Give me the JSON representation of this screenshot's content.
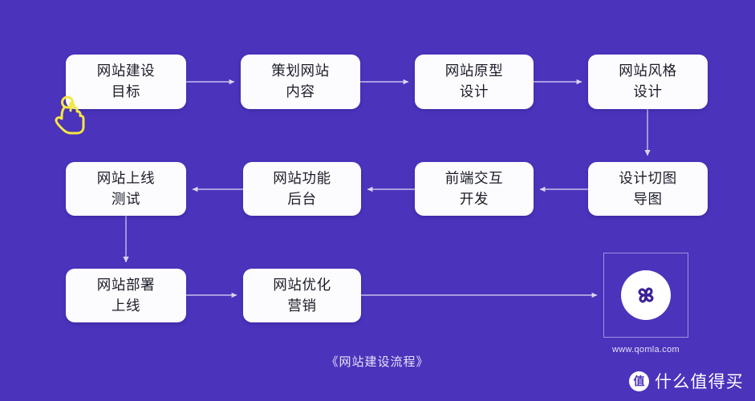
{
  "canvas": {
    "background_color": "#4B33BC",
    "node_fill_color": "#FCFCFE",
    "node_text_color": "#1B1B28",
    "edge_color": "#C9C0EC",
    "cursor_color": "#F5E642"
  },
  "caption": "《网站建设流程》",
  "nodes": [
    {
      "id": "goal",
      "label": "网站建设\n目标"
    },
    {
      "id": "content",
      "label": "策划网站\n内容"
    },
    {
      "id": "prototype",
      "label": "网站原型\n设计"
    },
    {
      "id": "style",
      "label": "网站风格\n设计"
    },
    {
      "id": "slice",
      "label": "设计切图\n导图"
    },
    {
      "id": "frontend",
      "label": "前端交互\n开发"
    },
    {
      "id": "backend",
      "label": "网站功能\n后台"
    },
    {
      "id": "test",
      "label": "网站上线\n测试"
    },
    {
      "id": "deploy",
      "label": "网站部署\n上线"
    },
    {
      "id": "optimize",
      "label": "网站优化\n营销"
    }
  ],
  "logo": {
    "name": "qomla-pinwheel-logo",
    "url": "www.qomla.com"
  },
  "cursor": {
    "name": "tap-hand-cursor"
  },
  "watermark": {
    "badge": "值",
    "text": "什么值得买"
  }
}
